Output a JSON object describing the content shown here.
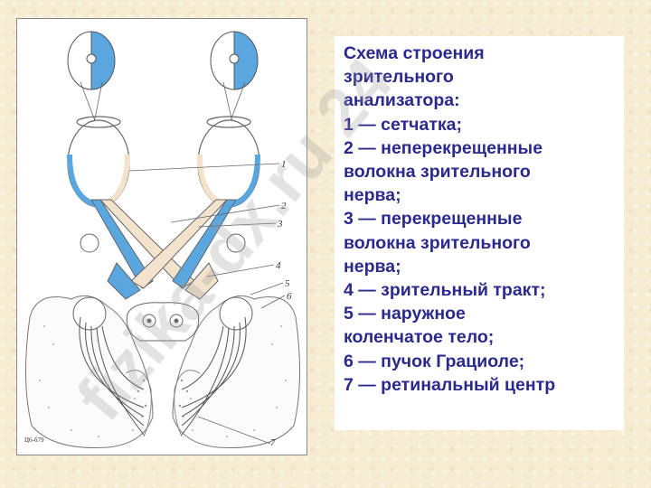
{
  "caption": {
    "lines": [
      "Схема строения",
      "зрительного",
      "анализатора:",
      "1 — сетчатка;",
      "2 — неперекрещенные",
      "волокна зрительного",
      "нерва;",
      "3 — перекрещенные",
      "волокна зрительного",
      "нерва;",
      "4 — зрительный тракт;",
      "5 — наружное",
      "коленчатое тело;",
      "6 — пучок Грациоле;",
      "7 — ретинальный центр"
    ]
  },
  "figure": {
    "labels": [
      "1",
      "2",
      "3",
      "4",
      "5",
      "6",
      "7"
    ],
    "scribble": "Ц6-б79"
  },
  "watermark": {
    "text": "fizika-dx.ru 24"
  },
  "colors": {
    "caption_text": "#2b2a8c",
    "nerve_blue": "#5aa6df",
    "nerve_beige": "#f3e3cd",
    "watermark": "#9a9a9a"
  }
}
